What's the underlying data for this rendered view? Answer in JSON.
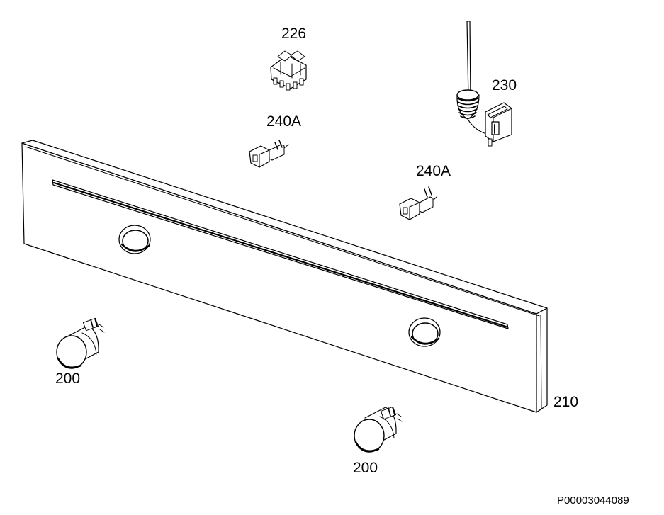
{
  "labels": {
    "part_226": "226",
    "part_230": "230",
    "part_240a_upper": "240A",
    "part_240a_lower": "240A",
    "part_200_left": "200",
    "part_200_bottom": "200",
    "part_210": "210"
  },
  "doc_number": "P00003044089"
}
